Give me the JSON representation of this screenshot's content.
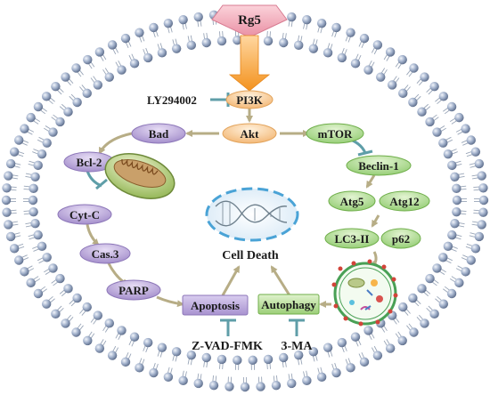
{
  "drug": {
    "label": "Rg5"
  },
  "inhibitors": {
    "pi3k": "LY294002",
    "apoptosis": "Z-VAD-FMK",
    "autophagy": "3-MA"
  },
  "nodes": {
    "pi3k": "PI3K",
    "akt": "Akt",
    "bad": "Bad",
    "mtor": "mTOR",
    "bcl2": "Bcl-2",
    "beclin1": "Beclin-1",
    "atg5": "Atg5",
    "atg12": "Atg12",
    "cytc": "Cyt-C",
    "lc3": "LC3-II",
    "p62": "p62",
    "cas3": "Cas.3",
    "parp": "PARP"
  },
  "outcomes": {
    "apoptosis": "Apoptosis",
    "autophagy": "Autophagy",
    "cell_death": "Cell Death"
  },
  "colors": {
    "drug_fill": "#f4b6c2",
    "pi3k_akt_fill": "#f8d5a3",
    "left_pathway_fill": "#b9a6d9",
    "right_pathway_fill": "#a8d889",
    "membrane_head": "#9fb0cc",
    "arrow": "#b7ad86",
    "inhibit": "#5f9ea8",
    "dna_ring": "#4aa3d6"
  }
}
